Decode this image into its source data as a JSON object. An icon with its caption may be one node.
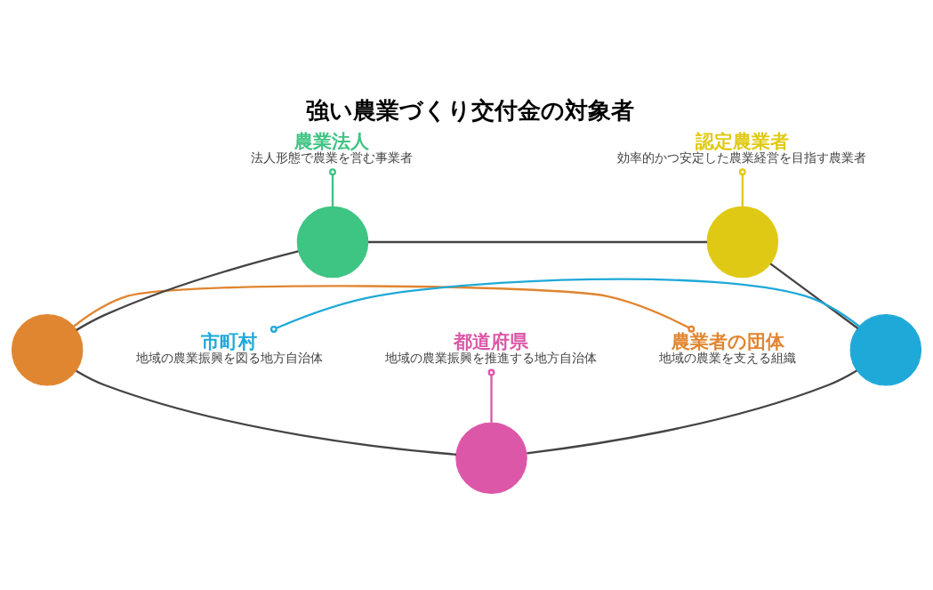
{
  "diagram": {
    "title": "強い農業づくり交付金の対象者",
    "nodes": [
      {
        "text": [
          "農業法人",
          "法人形態で農業を営む事業者"
        ]
      },
      {
        "text": [
          "認定農業者",
          "効率的かつ安定した農業経営を目指す農業者"
        ]
      },
      {
        "text": [],
        "shape": "circle"
      },
      {
        "text": [],
        "shape": "circle"
      },
      {
        "text": [
          "農業者の団体",
          "地域の農業を支える組織"
        ]
      },
      {
        "text": [],
        "shape": "circle"
      },
      {
        "text": [],
        "shape": "circle"
      },
      {
        "text": [
          "市町村",
          "地域の農業振興を図る地方自治体"
        ]
      },
      {
        "text": [],
        "shape": "circle"
      },
      {
        "text": [
          "都道府県",
          "地域の農業振興を推進する地方自治体"
        ]
      }
    ],
    "edges": [
      {
        "from": 0,
        "to": 2,
        "arrow": "other",
        "color": "#3ec483"
      },
      {
        "from": 1,
        "to": 3,
        "arrow": "other",
        "color": "#e0c914"
      },
      {
        "from": 4,
        "to": 5,
        "arrow": "other",
        "color": "#e08530"
      },
      {
        "from": 7,
        "to": 6,
        "arrow": "other",
        "color": "#1fa9d8"
      },
      {
        "from": 9,
        "to": 8,
        "arrow": "other",
        "color": "#dc57a8"
      },
      {
        "from": 2,
        "to": 3,
        "arrow": "none"
      },
      {
        "from": 3,
        "to": 6,
        "arrow": "none"
      },
      {
        "from": 6,
        "to": 8,
        "arrow": "none"
      },
      {
        "from": 8,
        "to": 5,
        "arrow": "none"
      },
      {
        "from": 5,
        "to": 2,
        "arrow": "none"
      }
    ]
  }
}
